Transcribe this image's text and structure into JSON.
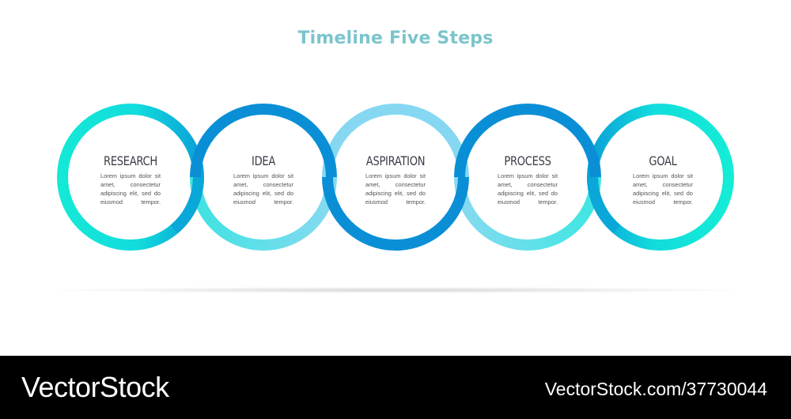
{
  "title": "Timeline Five Steps",
  "steps": [
    {
      "label": "RESEARCH",
      "text": "Lorem ipsum dolor sit amet, consectetur adipiscing elit, sed do eiusmod tempor."
    },
    {
      "label": "IDEA",
      "text": "Lorem ipsum dolor sit amet, consectetur adipiscing elit, sed do eiusmod tempor."
    },
    {
      "label": "ASPIRATION",
      "text": "Lorem ipsum dolor sit amet, consectetur adipiscing elit, sed do eiusmod tempor."
    },
    {
      "label": "PROCESS",
      "text": "Lorem ipsum dolor sit amet, consectetur adipiscing elit, sed do eiusmod tempor."
    },
    {
      "label": "GOAL",
      "text": "Lorem ipsum dolor sit amet, consectetur adipiscing elit, sed do eiusmod tempor."
    }
  ],
  "colors": {
    "title": "#7cc4cc",
    "turquoise": "#14e8d6",
    "blue": "#0a8fd6",
    "light_blue": "#86d8f2",
    "cyan": "#43e0e6",
    "text_dark": "#3f3a48"
  },
  "watermark": {
    "brand": "VectorStock",
    "url": "VectorStock.com/37730044"
  }
}
